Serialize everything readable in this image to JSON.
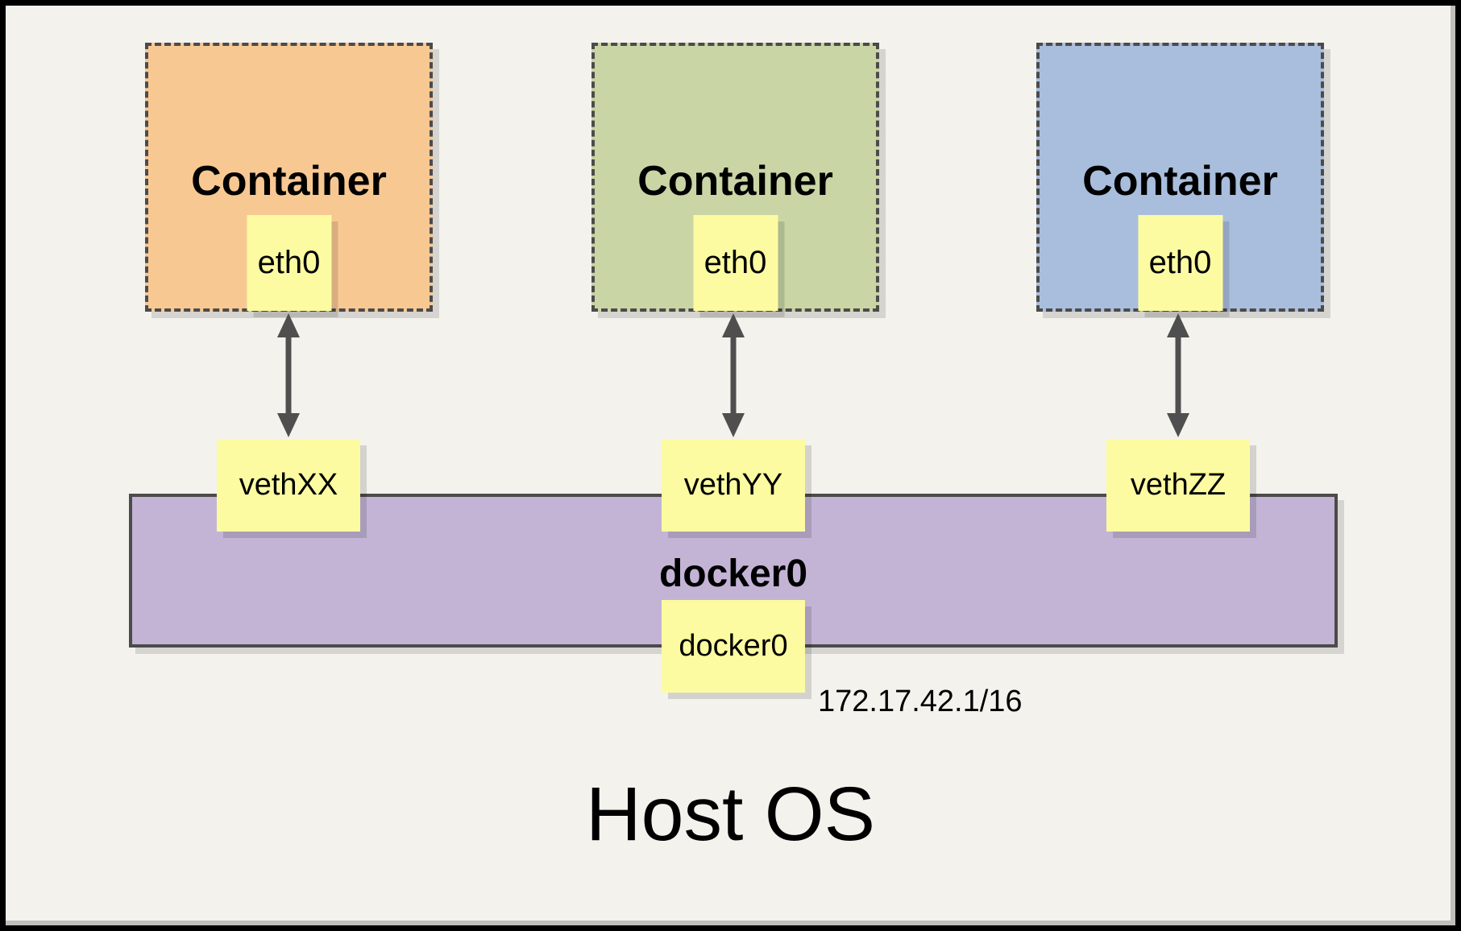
{
  "page": {
    "background": "#f4f2ed",
    "frame_color": "#000000"
  },
  "containers": [
    {
      "title": "Container",
      "interface": "eth0",
      "veth": "vethXX",
      "fill": "#f8c893"
    },
    {
      "title": "Container",
      "interface": "eth0",
      "veth": "vethYY",
      "fill": "#cad5a5"
    },
    {
      "title": "Container",
      "interface": "eth0",
      "veth": "vethZZ",
      "fill": "#a9bedd"
    }
  ],
  "bridge": {
    "name": "docker0",
    "interface": "docker0",
    "ip": "172.17.42.1/16",
    "fill": "#c3b4d6"
  },
  "host": {
    "label": "Host OS"
  },
  "accents": {
    "box_fill": "#fcfba1",
    "line_color": "#4b4b4b",
    "arrow_color": "#4f4f4f"
  }
}
